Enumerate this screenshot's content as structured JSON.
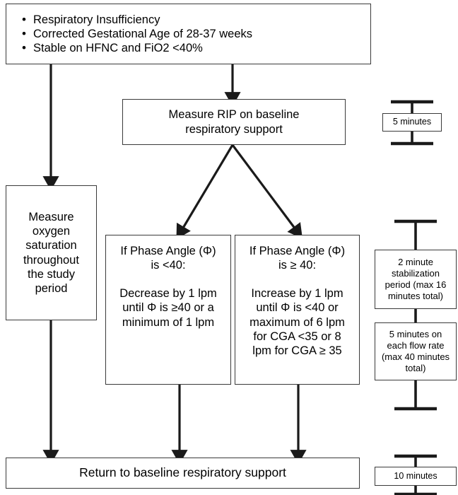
{
  "diagram": {
    "title": "Respiratory study protocol flowchart",
    "line_color": "#1a1a1a",
    "box_border_color": "#3a3a3a",
    "background": "#ffffff"
  },
  "nodes": {
    "inclusion_criteria": {
      "bullets": [
        "Respiratory Insufficiency",
        "Corrected Gestational Age of 28-37 weeks",
        "Stable on HFNC and FiO2 <40%"
      ],
      "bullet_glyph": "•"
    },
    "measure_rip": {
      "lines": [
        "Measure RIP on baseline",
        "respiratory support"
      ]
    },
    "measure_oxygen": {
      "lines": [
        "Measure",
        "oxygen",
        "saturation",
        "throughout",
        "the study",
        "period"
      ]
    },
    "phase_angle_low": {
      "lines": [
        "If Phase Angle (Φ)",
        "is <40:",
        "",
        "Decrease by 1 lpm",
        "until Φ is ≥40 or a",
        "minimum of 1 lpm"
      ]
    },
    "phase_angle_high": {
      "lines": [
        "If Phase Angle (Φ)",
        "is ≥ 40:",
        "",
        "Increase by 1 lpm",
        "until Φ is <40 or",
        "maximum of 6 lpm",
        "for CGA <35 or 8",
        "lpm for CGA ≥ 35"
      ]
    },
    "return_baseline": {
      "lines": [
        "Return to baseline respiratory support"
      ]
    }
  },
  "timings": {
    "baseline_measure": {
      "lines": [
        "5 minutes"
      ]
    },
    "stabilization": {
      "lines": [
        "2 minute",
        "stabilization",
        "period (max 16",
        "minutes total)"
      ]
    },
    "flow_rate": {
      "lines": [
        "5 minutes on",
        "each flow rate",
        "(max 40 minutes",
        "total)"
      ]
    },
    "return_measure": {
      "lines": [
        "10 minutes"
      ]
    }
  }
}
